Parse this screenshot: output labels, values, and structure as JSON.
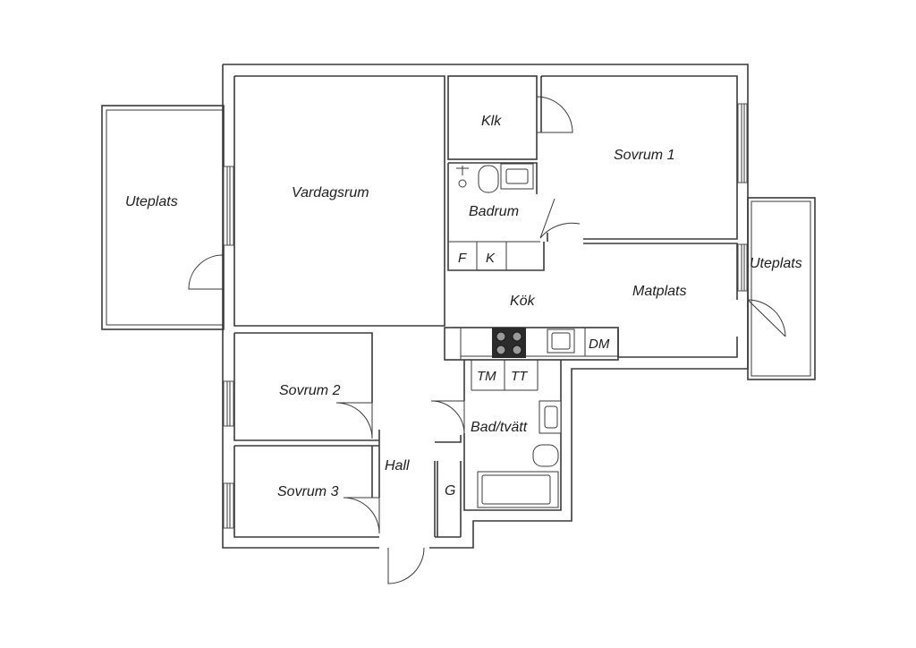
{
  "rooms": {
    "uteplats_west": "Uteplats",
    "vardagsrum": "Vardagsrum",
    "klk": "Klk",
    "badrum": "Badrum",
    "sovrum1": "Sovrum 1",
    "uteplats_east": "Uteplats",
    "matplats": "Matplats",
    "kok": "Kök",
    "sovrum2": "Sovrum 2",
    "sovrum3": "Sovrum 3",
    "hall": "Hall",
    "bad_tvatt": "Bad/tvätt",
    "garderob": "G"
  },
  "fixtures": {
    "freezer": "F",
    "fridge": "K",
    "dishwasher": "DM",
    "washing_machine": "TM",
    "dryer": "TT"
  },
  "colors": {
    "wall": "#3a3a3a",
    "text": "#1e1e1e",
    "background": "#ffffff"
  }
}
